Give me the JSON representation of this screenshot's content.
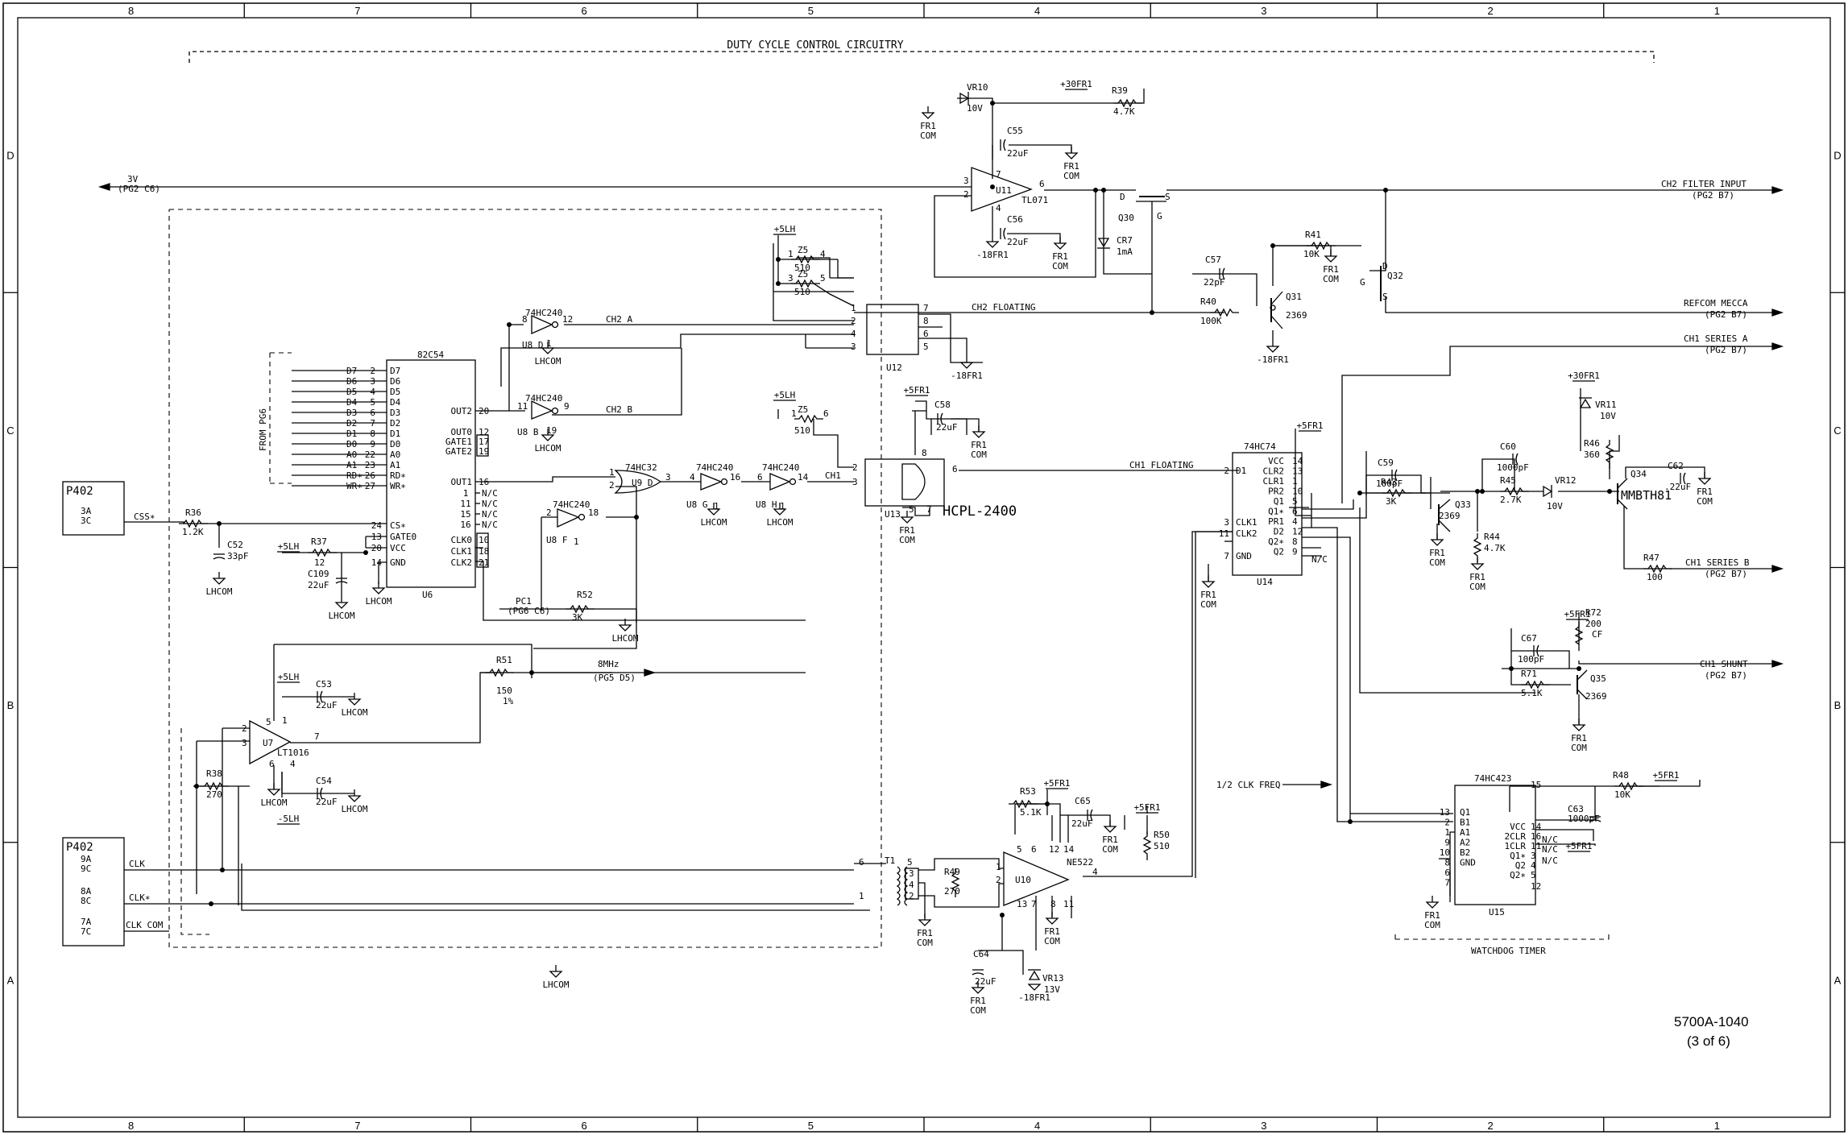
{
  "border": {
    "columns": [
      "8",
      "7",
      "6",
      "5",
      "4",
      "3",
      "2",
      "1"
    ],
    "rows": [
      "D",
      "C",
      "B",
      "A"
    ]
  },
  "title": "DUTY CYCLE CONTROL CIRCUITRY",
  "drawing": {
    "number": "5700A-1040",
    "sheet": "(3 of 6)"
  },
  "connectors": {
    "p402_top": {
      "name": "P402",
      "pins": [
        "3A",
        "3C"
      ],
      "signal": "CSS∗"
    },
    "p402_bottom": {
      "name": "P402",
      "pins": [
        "9A",
        "9C",
        "8A",
        "8C",
        "7A",
        "7C"
      ],
      "signals": [
        "CLK",
        "CLK∗",
        "CLK COM"
      ]
    }
  },
  "offpage": {
    "v3": "3V",
    "v3_ref": "(PG2 C6)",
    "ch2_filter": "CH2 FILTER INPUT",
    "ch2_filter_ref": "(PG2 B7)",
    "refcom": "REFCOM MECCA",
    "refcom_ref": "(PG2 B7)",
    "ch1_series_a": "CH1 SERIES A",
    "ch1_series_a_ref": "(PG2 B7)",
    "ch1_series_b": "CH1 SERIES B",
    "ch1_series_b_ref": "(PG2 B7)",
    "ch1_shunt": "CH1 SHUNT",
    "ch1_shunt_ref": "(PG2 B7)",
    "mhz8": "8MHz",
    "mhz8_ref": "(PG5 D5)",
    "pc1": "PC1",
    "pc1_ref": "(PG6 C6)",
    "from_pg6": "FROM PG6",
    "half_clk": "1/2 CLK FREQ",
    "watchdog": "WATCHDOG TIMER"
  },
  "ics": {
    "u6": {
      "ref": "U6",
      "part": "82C54",
      "left_pins": [
        [
          "D7",
          "2"
        ],
        [
          "D6",
          "3"
        ],
        [
          "D5",
          "4"
        ],
        [
          "D4",
          "5"
        ],
        [
          "D3",
          "6"
        ],
        [
          "D2",
          "7"
        ],
        [
          "D1",
          "8"
        ],
        [
          "D0",
          "9"
        ],
        [
          "A0",
          "22"
        ],
        [
          "A1",
          "23"
        ],
        [
          "RD∗",
          "26"
        ],
        [
          "WR∗",
          "27"
        ]
      ],
      "lower_left": [
        [
          "CS∗",
          "24"
        ],
        [
          "GATE0",
          "13"
        ],
        [
          "VCC",
          "20"
        ],
        [
          "GND",
          "14"
        ]
      ],
      "right": [
        [
          "OUT2",
          "20"
        ],
        [
          "OUT0",
          "12"
        ],
        [
          "GATE1",
          "17"
        ],
        [
          "GATE2",
          "19"
        ],
        [
          "OUT1",
          "16"
        ],
        [
          "CLK0",
          "10"
        ],
        [
          "CLK1",
          "18"
        ],
        [
          "CLK2",
          "21"
        ]
      ],
      "nc": [
        [
          "1",
          "N/C"
        ],
        [
          "11",
          "N/C"
        ],
        [
          "15",
          "N/C"
        ],
        [
          "16",
          "N/C"
        ]
      ]
    },
    "u8d": {
      "ref": "U8 D",
      "part": "74HC240",
      "in": "8",
      "out": "12",
      "en": "1"
    },
    "u8b": {
      "ref": "U8 B",
      "part": "74HC240",
      "in": "11",
      "out": "9",
      "en": "19"
    },
    "u8g": {
      "ref": "U8 G",
      "part": "74HC240",
      "in": "4",
      "out": "16",
      "en": "1"
    },
    "u8h": {
      "ref": "U8 H",
      "part": "74HC240",
      "in": "6",
      "out": "14",
      "en": "1"
    },
    "u8f": {
      "ref": "U8 F",
      "part": "74HC240",
      "in": "2",
      "out": "18",
      "en": "1"
    },
    "u9d": {
      "ref": "U9 D",
      "part": "74HC32",
      "in1": "1",
      "in2": "2",
      "out": "3"
    },
    "u11": {
      "ref": "U11",
      "part": "TL071",
      "p": [
        "3",
        "2",
        "7",
        "4",
        "6"
      ]
    },
    "u7": {
      "ref": "U7",
      "part": "LT1016",
      "p": [
        "2",
        "3",
        "5",
        "1",
        "6",
        "4",
        "7"
      ]
    },
    "u10": {
      "ref": "U10",
      "part": "NE522",
      "p": [
        "1",
        "2",
        "5",
        "6",
        "12",
        "14",
        "13",
        "7",
        "8",
        "11",
        "4"
      ]
    },
    "u12": {
      "ref": "U12",
      "p": [
        "1",
        "2",
        "4",
        "3",
        "7",
        "8",
        "6",
        "5"
      ]
    },
    "u13": {
      "ref": "U13",
      "part": "HCPL-2400",
      "p": [
        "2",
        "3",
        "8",
        "6",
        "5",
        "7"
      ]
    },
    "u14": {
      "ref": "U14",
      "part": "74HC74",
      "left": [
        [
          "D1",
          "2"
        ],
        [
          "CLK1",
          "3"
        ],
        [
          "CLK2",
          "11"
        ],
        [
          "GND",
          "7"
        ]
      ],
      "right": [
        [
          "VCC",
          "14"
        ],
        [
          "CLR2",
          "13"
        ],
        [
          "CLR1",
          "1"
        ],
        [
          "PR2",
          "10"
        ],
        [
          "Q1",
          "5"
        ],
        [
          "Q1∗",
          "6"
        ],
        [
          "PR1",
          "4"
        ],
        [
          "D2",
          "12"
        ],
        [
          "Q2∗",
          "8"
        ],
        [
          "Q2",
          "9"
        ]
      ]
    },
    "u15": {
      "ref": "U15",
      "part": "74HC423",
      "left": [
        [
          "Q1",
          "13"
        ],
        [
          "B1",
          "2"
        ],
        [
          "A1",
          "1"
        ],
        [
          "A2",
          "9"
        ],
        [
          "B2",
          "10"
        ],
        [
          "GND",
          "8"
        ],
        [
          "",
          "6"
        ],
        [
          "",
          "7"
        ]
      ],
      "right": [
        [
          "",
          "15"
        ],
        [
          "VCC",
          "14"
        ],
        [
          "2CLR",
          "16"
        ],
        [
          "1CLR",
          "11"
        ],
        [
          "Q1∗",
          "3"
        ],
        [
          "Q2",
          "4"
        ],
        [
          "Q2∗",
          "5"
        ],
        [
          "",
          "12"
        ]
      ]
    }
  },
  "transistors": [
    {
      "ref": "Q30",
      "pins": [
        "D",
        "S",
        "G"
      ]
    },
    {
      "ref": "Q32",
      "pins": [
        "D",
        "G",
        "S"
      ]
    },
    {
      "ref": "Q31",
      "part": "2369"
    },
    {
      "ref": "Q33",
      "part": "2369"
    },
    {
      "ref": "Q34",
      "part": "MMBTH81"
    },
    {
      "ref": "Q35",
      "part": "2369"
    }
  ],
  "diodes": [
    {
      "ref": "VR10",
      "value": "10V"
    },
    {
      "ref": "CR7",
      "value": "1mA"
    },
    {
      "ref": "VR11",
      "value": "10V"
    },
    {
      "ref": "VR12",
      "value": "10V"
    },
    {
      "ref": "VR13",
      "value": "13V"
    }
  ],
  "resistors": [
    {
      "ref": "R39",
      "value": "4.7K"
    },
    {
      "ref": "R41",
      "value": "10K"
    },
    {
      "ref": "R40",
      "value": "100K"
    },
    {
      "ref": "Z5",
      "value": "510",
      "pins": [
        "1",
        "4"
      ]
    },
    {
      "ref": "Z5",
      "value": "510",
      "pins": [
        "3",
        "5"
      ]
    },
    {
      "ref": "Z5",
      "value": "510",
      "pins": [
        "1",
        "6"
      ]
    },
    {
      "ref": "R36",
      "value": "1.2K"
    },
    {
      "ref": "R37",
      "value": "12"
    },
    {
      "ref": "R52",
      "value": "3K"
    },
    {
      "ref": "R51",
      "value": "150",
      "tol": "1%"
    },
    {
      "ref": "R38",
      "value": "270"
    },
    {
      "ref": "R53",
      "value": "5.1K"
    },
    {
      "ref": "R50",
      "value": "510"
    },
    {
      "ref": "R49",
      "value": "270"
    },
    {
      "ref": "R43",
      "value": "3K"
    },
    {
      "ref": "R44",
      "value": "4.7K"
    },
    {
      "ref": "R45",
      "value": "2.7K"
    },
    {
      "ref": "R46",
      "value": "360"
    },
    {
      "ref": "R47",
      "value": "100"
    },
    {
      "ref": "R71",
      "value": "5.1K"
    },
    {
      "ref": "R72",
      "value": "200",
      "tol": "CF"
    },
    {
      "ref": "R48",
      "value": "10K"
    }
  ],
  "capacitors": [
    {
      "ref": "C55",
      "value": "22uF"
    },
    {
      "ref": "C56",
      "value": "22uF"
    },
    {
      "ref": "C57",
      "value": "22pF"
    },
    {
      "ref": "C58",
      "value": "22uF"
    },
    {
      "ref": "C52",
      "value": "33pF"
    },
    {
      "ref": "C109",
      "value": "22uF"
    },
    {
      "ref": "C53",
      "value": "22uF"
    },
    {
      "ref": "C54",
      "value": "22uF"
    },
    {
      "ref": "C65",
      "value": "22uF"
    },
    {
      "ref": "C64",
      "value": "22uF"
    },
    {
      "ref": "C59",
      "value": "100pF"
    },
    {
      "ref": "C60",
      "value": "1000pF"
    },
    {
      "ref": "C62",
      "value": ".22uF"
    },
    {
      "ref": "C67",
      "value": "100pF"
    },
    {
      "ref": "C63",
      "value": "1000pF"
    }
  ],
  "transformer": {
    "ref": "T1",
    "pins": [
      "6",
      "1",
      "5",
      "3",
      "4",
      "2"
    ]
  },
  "nets": {
    "ch2a": "CH2 A",
    "ch2b": "CH2 B",
    "ch1": "CH1",
    "ch2_floating": "CH2 FLOATING",
    "ch1_floating": "CH1 FLOATING",
    "clk": "CLK",
    "clk_n": "CLK∗",
    "clk_com": "CLK COM",
    "nc": "N/C"
  },
  "power": {
    "p30fr1": "+30FR1",
    "m18fr1": "-18FR1",
    "fr1com": [
      "FR1",
      "COM"
    ],
    "p5fr1": "+5FR1",
    "p5lh": "+5LH",
    "m5lh": "-5LH",
    "lhcom": "LHCOM"
  }
}
